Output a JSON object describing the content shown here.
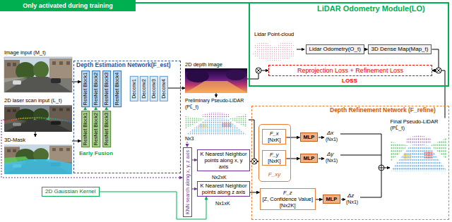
{
  "diagram": {
    "nodes": [
      {
        "text": [
          "Only activated during training"
        ]
      },
      {
        "text": [
          "LiDAR Odometry Module(LO)"
        ]
      },
      {
        "text": [
          "Lidar Odometry(O_t)"
        ],
        "in": 1
      },
      {
        "text": [
          "3D Dense Map(Map_t)"
        ],
        "in": 1
      },
      {
        "text": [
          "Reprojection Loss + Refinement Loss"
        ],
        "in": 1
      },
      {
        "text": [
          "Depth Estimation Network(F_est)"
        ]
      },
      {
        "text": [
          "ResNet Block1"
        ],
        "in": 5
      },
      {
        "text": [
          "ResNet Block2"
        ],
        "in": 5
      },
      {
        "text": [
          "ResNet Block3"
        ],
        "in": 5
      },
      {
        "text": [
          "ResNet Block4"
        ],
        "in": 5
      },
      {
        "text": [
          "Deconv1"
        ],
        "in": 5
      },
      {
        "text": [
          "Deconv2"
        ],
        "in": 5
      },
      {
        "text": [
          "Deconv3"
        ],
        "in": 5
      },
      {
        "text": [
          "Deconv4"
        ],
        "in": 5
      },
      {
        "text": [
          "ResNet Block1"
        ],
        "in": 5
      },
      {
        "text": [
          "ResNet Block2"
        ],
        "in": 5
      },
      {
        "text": [
          "ResNet Block3"
        ],
        "in": 5
      },
      {
        "text": [
          "Image input (M_t)"
        ]
      },
      {
        "text": [
          "2D laser scan input (L_t)"
        ]
      },
      {
        "text": [
          "3D-Mask"
        ]
      },
      {
        "text": [
          "2D depth image"
        ]
      },
      {
        "text": [
          "Preliminary Pseudo-LiDAR (PL̃_t)",
          "Nx3"
        ]
      },
      {
        "text": [
          "KNN search along x, y, z axis"
        ]
      },
      {
        "text": [
          "2D Gaussian Kernel"
        ]
      },
      {
        "text": [
          "Depth Refinement Network (F_refine)"
        ]
      },
      {
        "text": [
          "K Nearest Neighbor points along x, y axis"
        ]
      },
      {
        "text": [
          "K Nearest Neighbor points along z axis"
        ]
      },
      {
        "text": [
          "F_xy"
        ],
        "in": 24
      },
      {
        "text": [
          "F_x",
          "[NxK]"
        ],
        "in": 27
      },
      {
        "text": [
          "F_y",
          "[NxK]"
        ],
        "in": 27
      },
      {
        "text": [
          "MLP"
        ],
        "in": 24
      },
      {
        "text": [
          "MLP"
        ],
        "in": 24
      },
      {
        "text": [
          "F_z",
          "[Z, Confidence Value]",
          "[Nx2K]"
        ],
        "in": 24
      },
      {
        "text": [
          "MLP"
        ],
        "in": 24
      },
      {
        "text": [
          "Final Pseudo-LiDAR (PL̂_t)"
        ],
        "in": 24
      }
    ],
    "edges": [
      {
        "from": 17,
        "to": 6,
        "arrow": "to"
      },
      {
        "from": 18,
        "to": 19,
        "arrow": "to"
      },
      {
        "from": 19,
        "to": 14,
        "arrow": "to"
      },
      {
        "from": 14,
        "to": 6,
        "arrow": "to"
      },
      {
        "from": 15,
        "to": 7,
        "arrow": "to"
      },
      {
        "from": 16,
        "to": 8,
        "arrow": "to"
      },
      {
        "from": 13,
        "to": 20,
        "arrow": "to"
      },
      {
        "from": 20,
        "to": 21,
        "arrow": "to"
      },
      {
        "from": 18,
        "to": 22,
        "arrow": "to"
      },
      {
        "from": 21,
        "to": 22,
        "arrow": "to"
      },
      {
        "from": 22,
        "to": 25,
        "arrow": "to"
      },
      {
        "from": 22,
        "to": 26,
        "arrow": "to"
      },
      {
        "from": 23,
        "to": 26,
        "arrow": "to"
      },
      {
        "from": 21,
        "to": 27,
        "arrow": "to"
      },
      {
        "from": 25,
        "to": 27,
        "arrow": "to"
      },
      {
        "from": 26,
        "to": 32,
        "arrow": "to"
      },
      {
        "from": 28,
        "to": 30,
        "arrow": "to"
      },
      {
        "from": 29,
        "to": 31,
        "arrow": "to"
      },
      {
        "from": 32,
        "to": 33,
        "arrow": "to"
      },
      {
        "from": 2,
        "to": 3,
        "arrow": "to"
      },
      {
        "from": 20,
        "to": 4,
        "arrow": "to"
      },
      {
        "from": 3,
        "to": 4,
        "arrow": "to"
      },
      {
        "from": 34,
        "to": 4,
        "arrow": "to"
      }
    ],
    "labels": [
      "Lidar Point-cloud",
      "LOSS",
      "Early Fusion",
      "Nx2xK",
      "Nx1xK",
      "Δx",
      "(Nx1)",
      "Δy",
      "(Nx1)",
      "Δz",
      "(Nx1)"
    ]
  }
}
